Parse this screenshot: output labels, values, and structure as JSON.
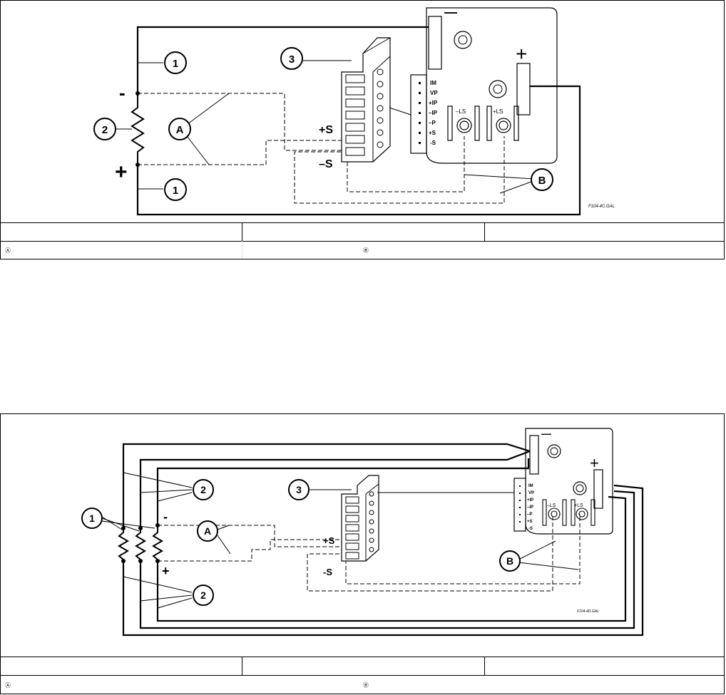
{
  "top": {
    "callouts": {
      "c1": "1",
      "c2": "2",
      "c3": "3",
      "cA": "A",
      "cB": "B"
    },
    "polarity": {
      "minus": "-",
      "plus": "+"
    },
    "sense": {
      "plus": "+S",
      "minus": "–S"
    },
    "pins": [
      "IM",
      "VP",
      "+IP",
      "–IP",
      "–P",
      "+S",
      "-S"
    ],
    "ls": {
      "minus": "–LS",
      "plus": "+LS"
    },
    "board": {
      "minus": "—",
      "plus": "+"
    },
    "fig_code": "F104-4C.GAL",
    "footer_left_mark": "Ⓐ",
    "footer_right_mark": "Ⓑ"
  },
  "bottom": {
    "callouts": {
      "c1": "1",
      "c2a": "2",
      "c2b": "2",
      "c3": "3",
      "cA": "A",
      "cB": "B"
    },
    "polarity": {
      "minus": "-",
      "plus": "+"
    },
    "sense": {
      "plus": "+S",
      "minus": "-S"
    },
    "pins": [
      "IM",
      "VP",
      "+IP",
      "–IP",
      "–P",
      "+S",
      "-S"
    ],
    "ls": {
      "minus": "–LS",
      "plus": "+LS"
    },
    "board": {
      "minus": "—",
      "plus": "+"
    },
    "fig_code": "F104-4D.GAL",
    "footer_left_mark": "Ⓐ",
    "footer_right_mark": "Ⓑ"
  }
}
